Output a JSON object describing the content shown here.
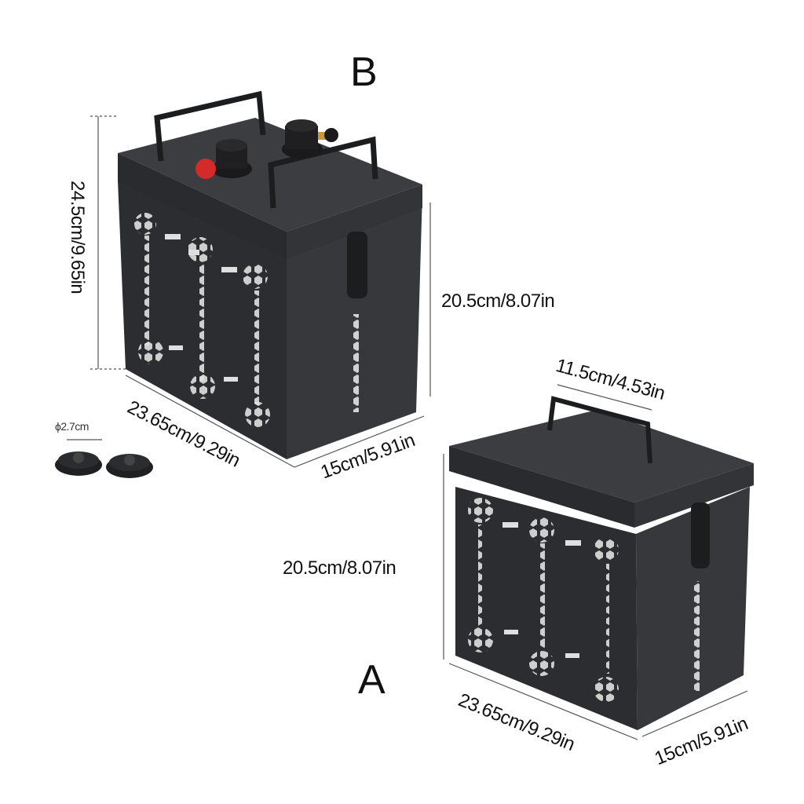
{
  "labels": {
    "variant_b": "B",
    "variant_a": "A",
    "b_height_total": "24.5cm/9.65in",
    "b_height_body": "20.5cm/8.07in",
    "b_width": "23.65cm/9.29in",
    "b_depth": "15cm/5.91in",
    "knob_diameter": "ϕ2.7cm",
    "a_handle": "11.5cm/4.53in",
    "a_height": "20.5cm/8.07in",
    "a_width": "23.65cm/9.29in",
    "a_depth": "15cm/5.91in"
  },
  "colors": {
    "body": "#2f3033",
    "body_dark": "#232427",
    "top": "#3a3b3e",
    "accent_red": "#d42a2a",
    "brass": "#c89a3a"
  }
}
